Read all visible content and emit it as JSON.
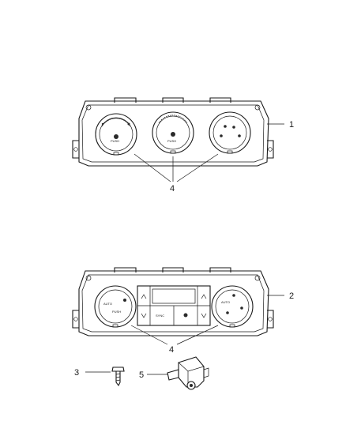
{
  "callouts": {
    "c1": "1",
    "c2": "2",
    "c3": "3",
    "c4_top": "4",
    "c4_bottom": "4",
    "c5": "5"
  },
  "knob_labels": {
    "auto_left": "AUTO",
    "auto_right": "AUTO",
    "push_left": "PUSH",
    "push_center": "PUSH",
    "sync": "SYNC"
  },
  "colors": {
    "line": "#1a1a1a",
    "background": "#ffffff"
  },
  "icons": [
    "snowflake-icon",
    "fan-icon",
    "defrost-icon",
    "arrow-up-icon",
    "arrow-down-icon",
    "recirculation-icon"
  ]
}
